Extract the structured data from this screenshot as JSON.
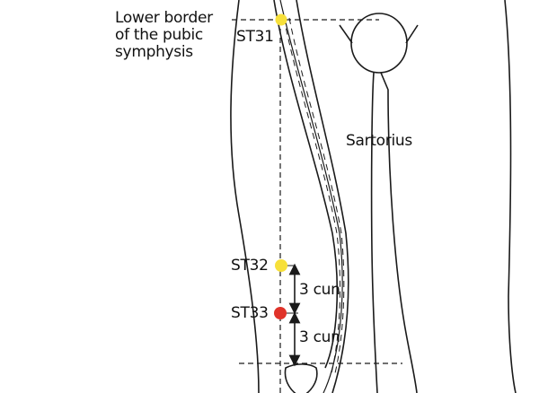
{
  "labels": {
    "landmark_line1": "Lower border",
    "landmark_line2": "of the pubic",
    "landmark_line3": "symphysis",
    "st31": "ST31",
    "st32": "ST32",
    "st33": "ST33",
    "muscle": "Sartorius",
    "distance_upper": "3 cun",
    "distance_lower": "3 cun"
  },
  "colors": {
    "st31": "#f7e03a",
    "st32": "#f7e03a",
    "st33": "#e0332a",
    "line": "#1a1a1a"
  }
}
